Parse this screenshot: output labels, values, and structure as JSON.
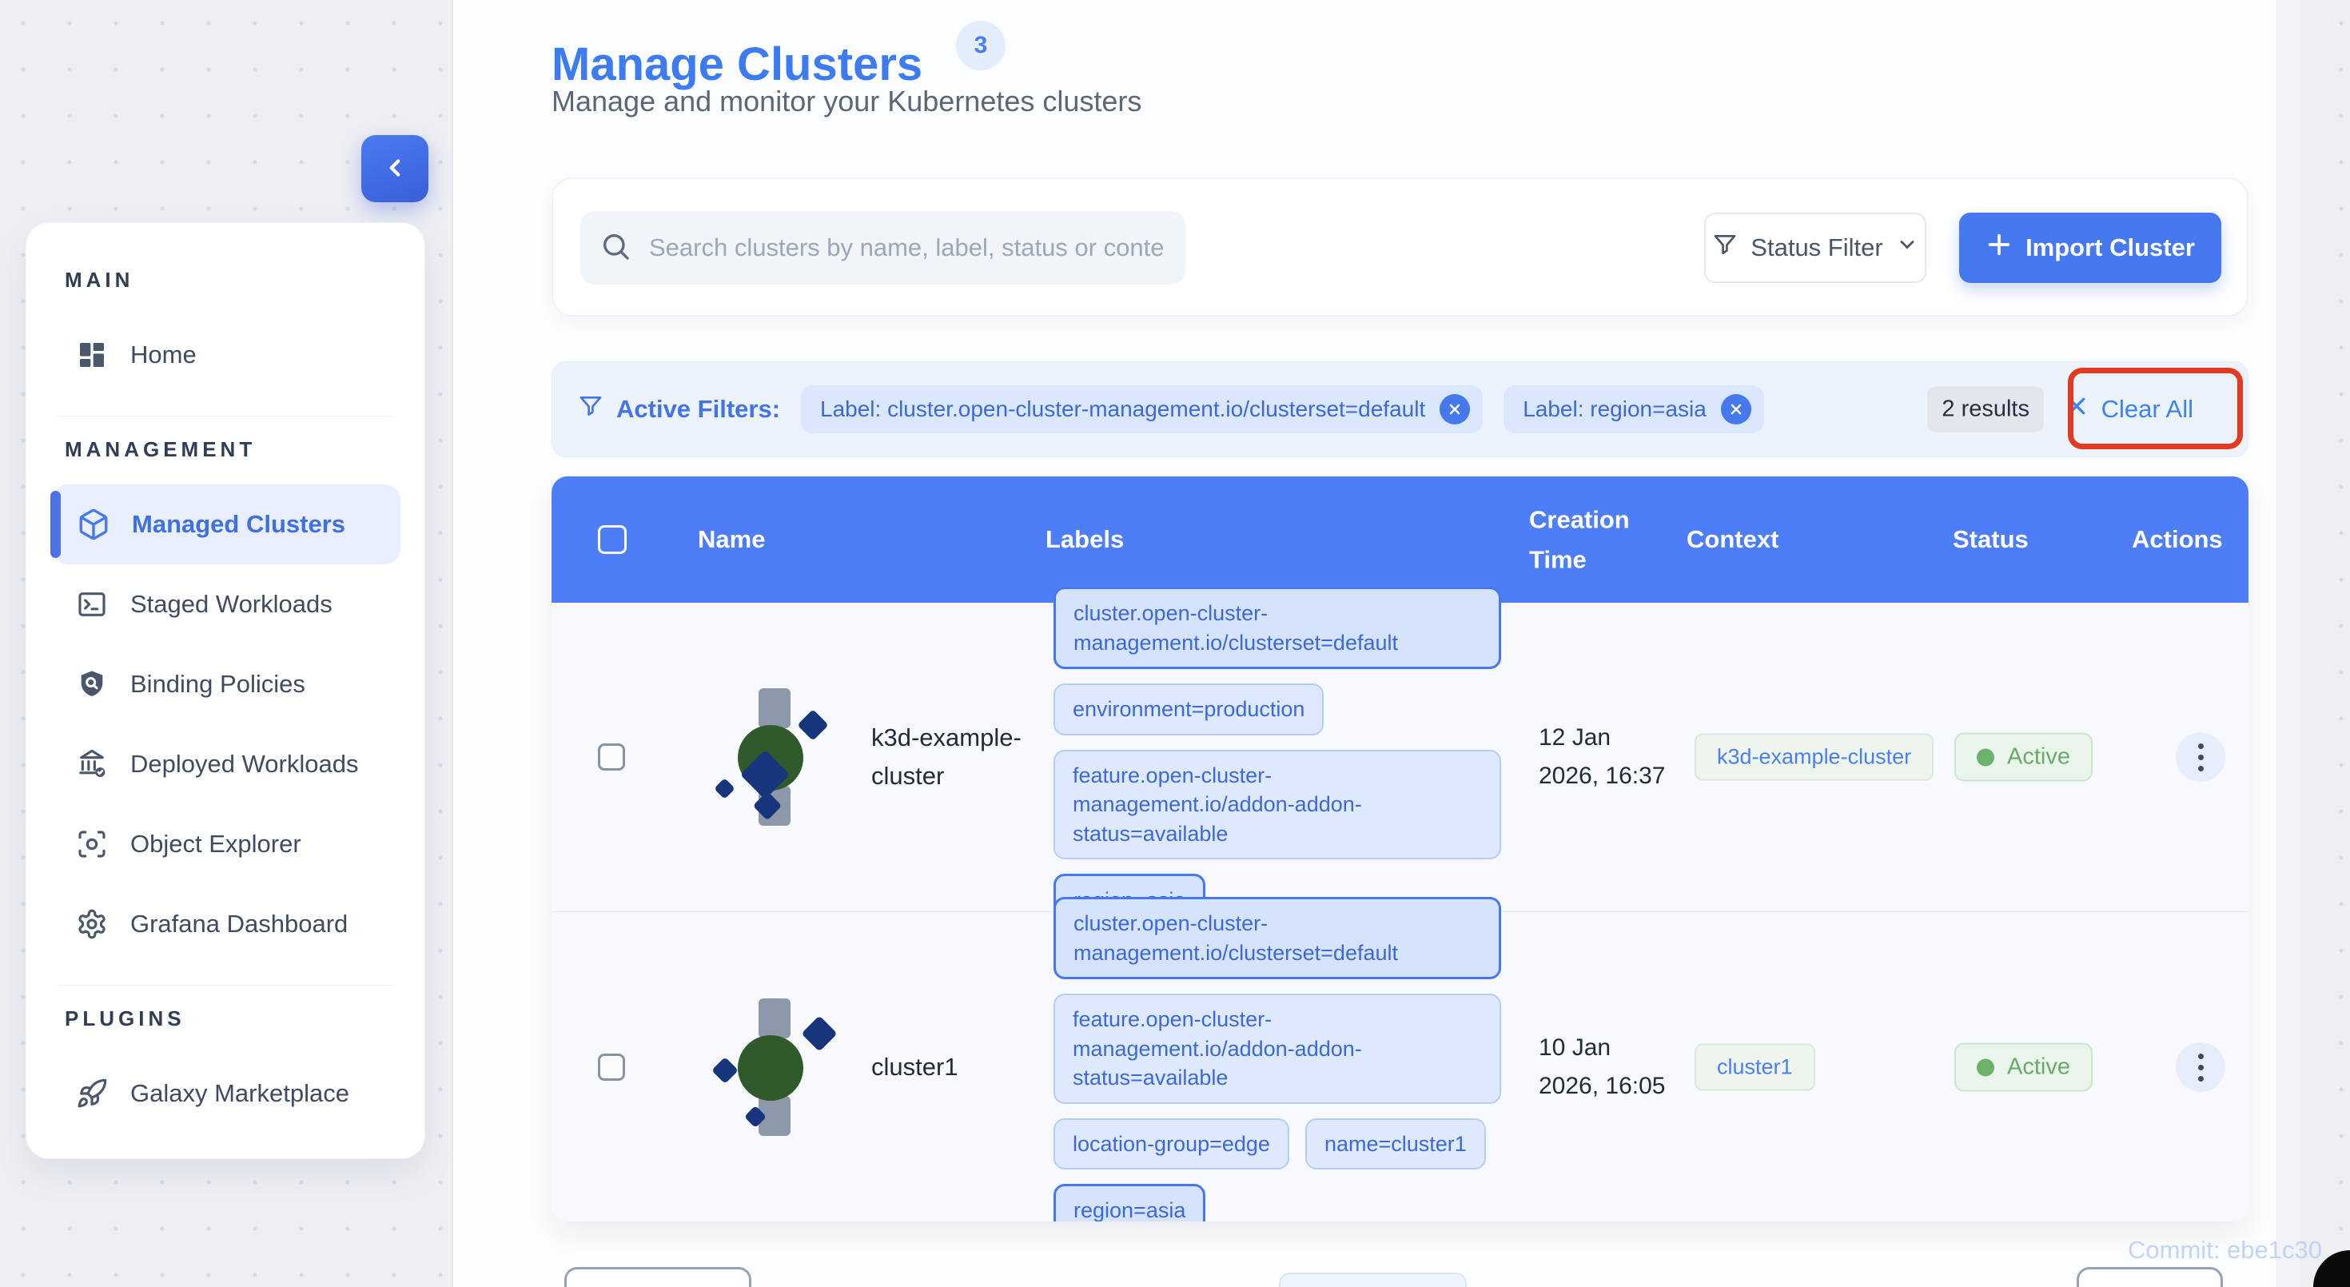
{
  "sidebar": {
    "collapse_icon": "chevron-left-icon",
    "sections": [
      {
        "label": "MAIN",
        "items": [
          {
            "label": "Home",
            "icon": "dashboard-grid-icon",
            "active": false
          }
        ]
      },
      {
        "label": "MANAGEMENT",
        "items": [
          {
            "label": "Managed Clusters",
            "icon": "cube-icon",
            "active": true
          },
          {
            "label": "Staged Workloads",
            "icon": "terminal-icon",
            "active": false
          },
          {
            "label": "Binding Policies",
            "icon": "shield-search-icon",
            "active": false
          },
          {
            "label": "Deployed Workloads",
            "icon": "bank-check-icon",
            "active": false
          },
          {
            "label": "Object Explorer",
            "icon": "scan-object-icon",
            "active": false
          },
          {
            "label": "Grafana Dashboard",
            "icon": "gear-icon",
            "active": false
          }
        ]
      },
      {
        "label": "PLUGINS",
        "items": [
          {
            "label": "Galaxy Marketplace",
            "icon": "rocket-icon",
            "active": false
          }
        ]
      }
    ]
  },
  "header": {
    "title": "Manage Clusters",
    "count_badge": "3",
    "subtitle": "Manage and monitor your Kubernetes clusters"
  },
  "toolbar": {
    "search_placeholder": "Search clusters by name, label, status or context",
    "status_filter_label": "Status Filter",
    "import_button_label": "Import Cluster"
  },
  "filters": {
    "label": "Active Filters:",
    "chips": [
      {
        "text": "Label: cluster.open-cluster-management.io/clusterset=default"
      },
      {
        "text": "Label: region=asia"
      }
    ],
    "results_text": "2 results",
    "clear_all_label": "Clear All"
  },
  "table": {
    "columns": [
      "Name",
      "Labels",
      "Creation Time",
      "Context",
      "Status",
      "Actions"
    ],
    "rows": [
      {
        "name": "k3d-example-cluster",
        "labels": [
          {
            "text": "cluster.open-cluster-management.io/clusterset=default",
            "matched": true
          },
          {
            "text": "environment=production",
            "matched": false
          },
          {
            "text": "feature.open-cluster-management.io/addon-addon-status=available",
            "matched": false
          },
          {
            "text": "region=asia",
            "matched": true
          }
        ],
        "creation_time": "12 Jan 2026, 16:37",
        "context": "k3d-example-cluster",
        "status": "Active"
      },
      {
        "name": "cluster1",
        "labels": [
          {
            "text": "cluster.open-cluster-management.io/clusterset=default",
            "matched": true
          },
          {
            "text": "feature.open-cluster-management.io/addon-addon-status=available",
            "matched": false
          },
          {
            "text": "location-group=edge",
            "matched": false
          },
          {
            "text": "name=cluster1",
            "matched": false
          },
          {
            "text": "region=asia",
            "matched": true
          }
        ],
        "creation_time": "10 Jan 2026, 16:05",
        "context": "cluster1",
        "status": "Active"
      }
    ]
  },
  "footer": {
    "commit": "Commit: ebe1c30"
  }
}
